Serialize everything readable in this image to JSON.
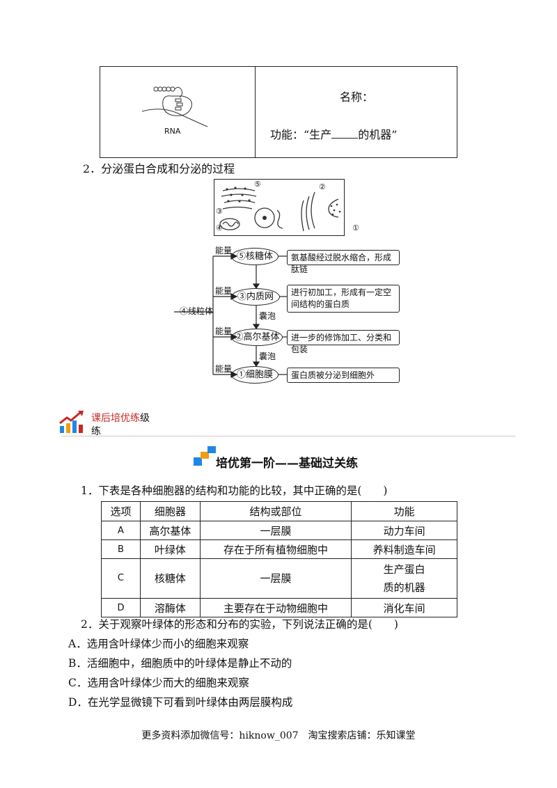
{
  "organelle_table": {
    "image_label": "RNA",
    "name_line": "名称：",
    "function_prefix": "功能：“生产",
    "function_suffix": "的机器”"
  },
  "section2": {
    "heading": "2．分泌蛋白合成和分泌的过程",
    "cell_markers": [
      "①",
      "②",
      "③",
      "④",
      "⑤"
    ],
    "flow": {
      "source": "④线粒体",
      "energy_label": "能量",
      "vesicle_label": "囊泡",
      "steps": [
        {
          "organelle": "⑤核糖体",
          "description": "氨基酸经过脱水缩合，形成肽链"
        },
        {
          "organelle": "③内质网",
          "description": "进行初加工，形成有一定空间结构的蛋白质"
        },
        {
          "organelle": "②高尔基体",
          "description": "进一步的修饰加工、分类和包装"
        },
        {
          "organelle": "①细胞膜",
          "description": "蛋白质被分泌到细胞外"
        }
      ]
    }
  },
  "banner": {
    "title_red": "课后培优练",
    "title_dark": "级",
    "subtitle": "练"
  },
  "tier_title": "培优第一阶——基础过关练",
  "question1": {
    "stem": "1．下表是各种细胞器的结构和功能的比较，其中正确的是(　　)",
    "headers": [
      "选项",
      "细胞器",
      "结构或部位",
      "功能"
    ],
    "rows": [
      {
        "option": "A",
        "organelle": "高尔基体",
        "structure": "一层膜",
        "function": [
          "动力车间"
        ]
      },
      {
        "option": "B",
        "organelle": "叶绿体",
        "structure": "存在于所有植物细胞中",
        "function": [
          "养料制造车间"
        ]
      },
      {
        "option": "C",
        "organelle": "核糖体",
        "structure": "一层膜",
        "function": [
          "生产蛋白",
          "质的机器"
        ]
      },
      {
        "option": "D",
        "organelle": "溶酶体",
        "structure": "主要存在于动物细胞中",
        "function": [
          "消化车间"
        ]
      }
    ]
  },
  "question2": {
    "stem": "2．关于观察叶绿体的形态和分布的实验，下列说法正确的是(　　)",
    "options": [
      "A．选用含叶绿体少而小的细胞来观察",
      "B．活细胞中，细胞质中的叶绿体是静止不动的",
      "C．选用含叶绿体少而大的细胞来观察",
      "D．在光学显微镜下可看到叶绿体由两层膜构成"
    ]
  },
  "footer": "更多资料添加微信号：hiknow_007　淘宝搜索店铺：乐知课堂",
  "colors": {
    "accent_red": "#c62828",
    "icon_blue": "#1e88e5",
    "icon_orange": "#f39c12"
  }
}
